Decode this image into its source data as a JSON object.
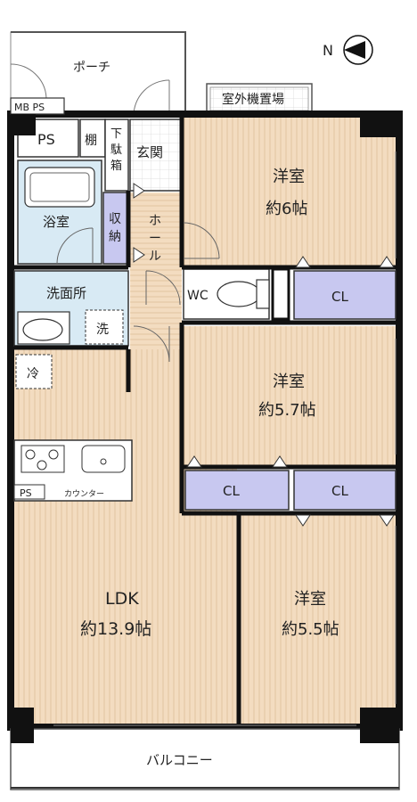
{
  "porch": "ポーチ",
  "mb_ps": "MB PS",
  "outdoor_unit": "室外機置場",
  "ps_top": "PS",
  "shelf": "棚",
  "shoe_box": "下駄箱",
  "entrance": "玄関",
  "bath": "浴室",
  "storage": "収納",
  "hall": "ホール",
  "room1": {
    "name": "洋室",
    "size": "約6帖"
  },
  "washroom": "洗面所",
  "wc": "WC",
  "cl_wc": "CL",
  "washer": "洗",
  "fridge": "冷",
  "room2": {
    "name": "洋室",
    "size": "約5.7帖"
  },
  "ps_kitchen": "PS",
  "counter": "カウンター",
  "cl_left": "CL",
  "cl_right": "CL",
  "ldk": {
    "name": "LDK",
    "size": "約13.9帖"
  },
  "room3": {
    "name": "洋室",
    "size": "約5.5帖"
  },
  "balcony": "バルコニー",
  "colors": {
    "floor": "#f3dcc0",
    "closet": "#c8c8f0",
    "wet": "#d8eaf4",
    "wall": "#111111"
  }
}
